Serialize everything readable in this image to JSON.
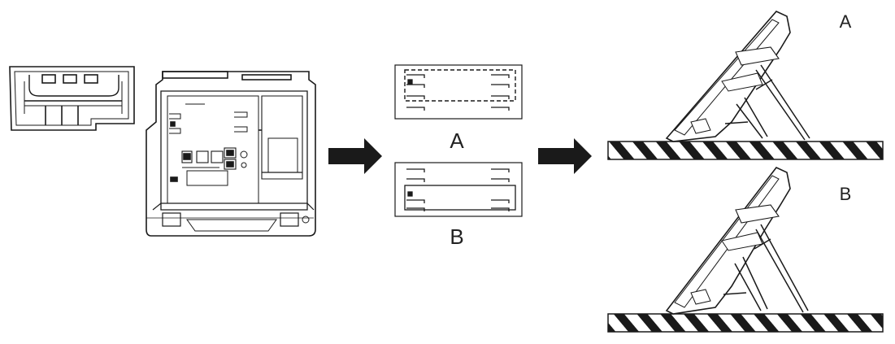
{
  "labels": {
    "panel_a": "A",
    "panel_b": "B",
    "mount_a": "A",
    "mount_b": "B"
  },
  "colors": {
    "ink": "#1a1a1a",
    "paper": "#ffffff",
    "arrow": "#1a1a1a"
  },
  "icons": {
    "stand": "phone-stand-icon",
    "phone_base": "phone-base-icon",
    "arrow": "arrow-right-icon"
  }
}
